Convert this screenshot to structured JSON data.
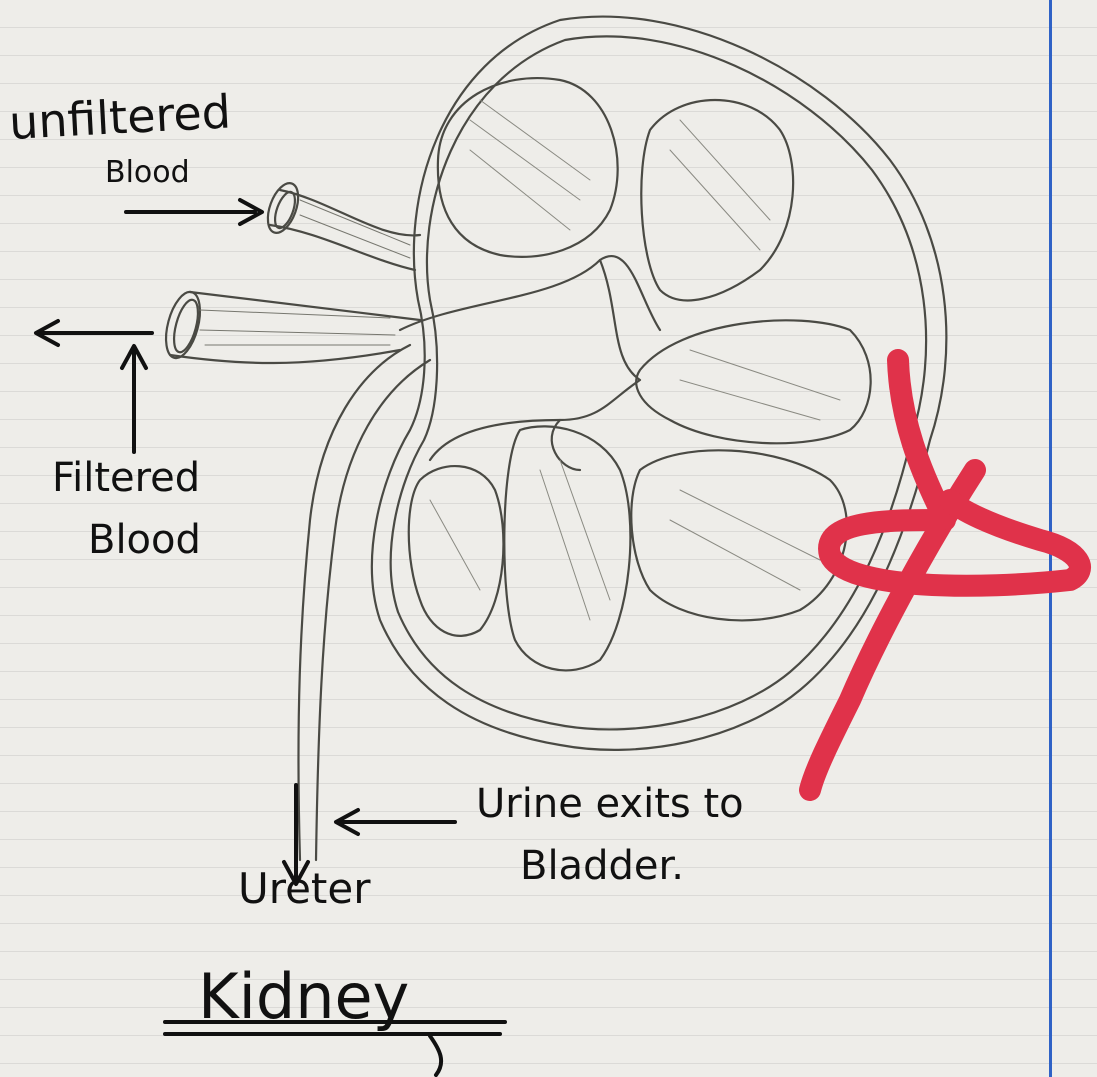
{
  "labels": {
    "unfiltered": "unfiltered",
    "unfiltered_blood": "Blood",
    "filtered": "Filtered",
    "filtered_blood": "Blood",
    "urine_exits": "Urine exits to",
    "bladder": "Bladder.",
    "ureter": "Ureter",
    "title": "Kidney"
  },
  "colors": {
    "pencil": "#4a4a44",
    "ink": "#111111",
    "red_mark": "#e0324a",
    "margin": "#2f62c6"
  }
}
